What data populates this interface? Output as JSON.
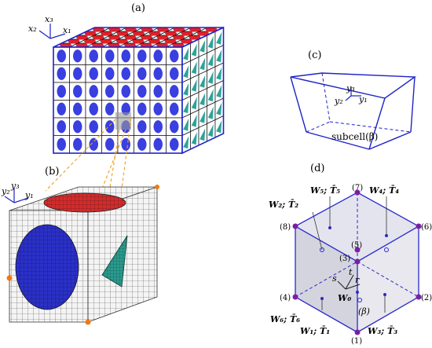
{
  "panels": {
    "a": "(a)",
    "b": "(b)",
    "c": "(c)",
    "d": "(d)"
  },
  "axes_a": {
    "x1": "x₁",
    "x2": "x₂",
    "x3": "x₃"
  },
  "axes_b": {
    "y1": "y₁",
    "y2": "y₂",
    "y3": "y₃"
  },
  "axes_c": {
    "y1": "y₁",
    "y2": "y₂",
    "y3": "y₃"
  },
  "subcell_label": "subcell(β)",
  "nodes": [
    "(1)",
    "(2)",
    "(3)",
    "(4)",
    "(5)",
    "(6)",
    "(7)",
    "(8)"
  ],
  "face_labels": {
    "w5": "W₅; T̄₅",
    "w4": "W₄; T̄₄",
    "w2": "W₂; T̄₂",
    "w6": "W₆; T̄₆",
    "w1": "W₁; T̄₁",
    "w3": "W₃; T̄₃",
    "w0": "W₀"
  },
  "local_axes": {
    "s": "s",
    "t": "t",
    "r": "r"
  },
  "beta_label": "(β)",
  "colors": {
    "grid_blue": "#1e22c8",
    "ellipse_red": "#e0202a",
    "circle_blue": "#3a3fe0",
    "triangle_teal": "#2aa49a",
    "node_purple": "#7b1fa2",
    "dash_orange": "#f0a020",
    "orange_dot": "#f07a10"
  }
}
